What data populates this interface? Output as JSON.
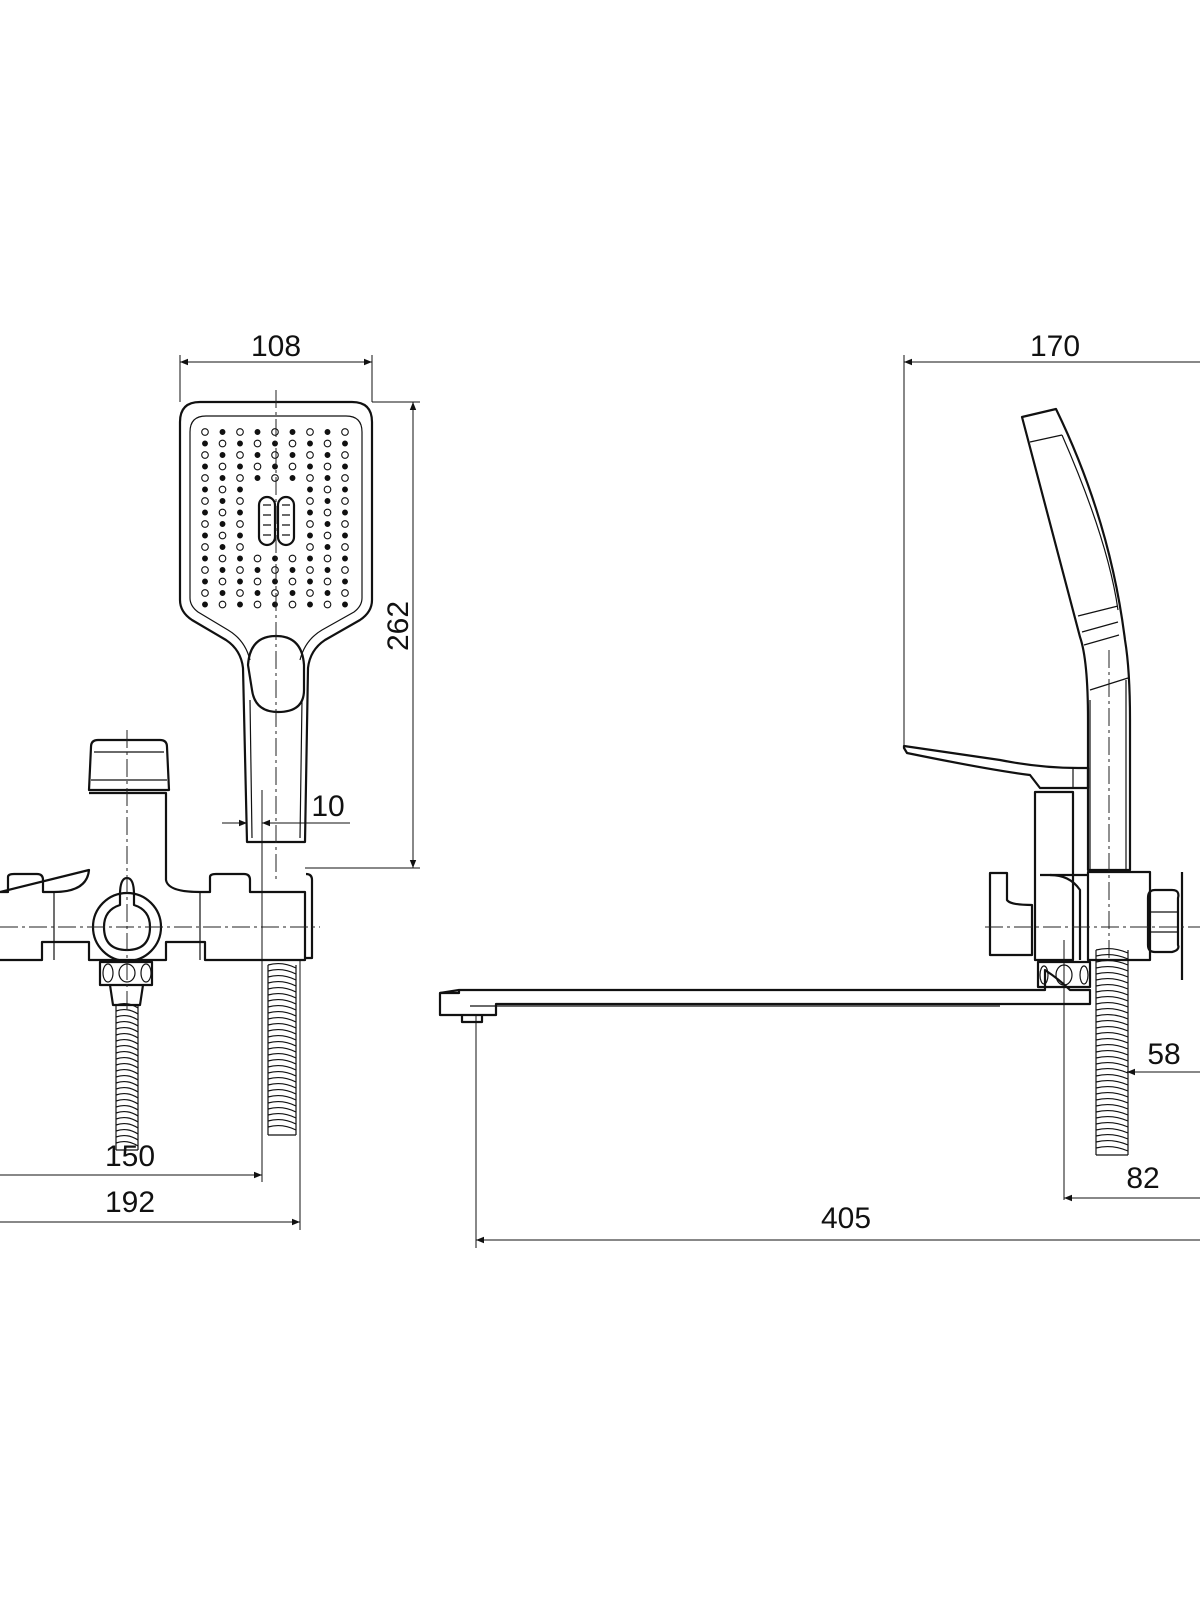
{
  "drawing": {
    "front_view": {
      "dimensions": {
        "head_width": "108",
        "total_height": "262",
        "handle_offset": "10",
        "inlet_to_holder": "150",
        "overall_width": "192"
      }
    },
    "side_view": {
      "dimensions": {
        "projection_top": "170",
        "hose_offset": "58",
        "body_depth": "82",
        "spout_length": "405"
      }
    },
    "line_color": "#111111"
  }
}
